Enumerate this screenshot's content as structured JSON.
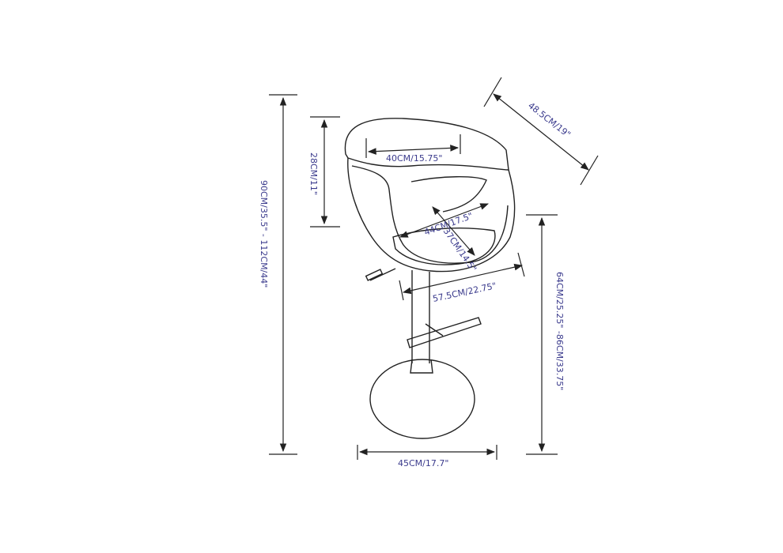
{
  "colors": {
    "label": "#3a3a8c",
    "line": "#222222"
  },
  "dimensions": {
    "total_height": "90CM/35.5\"  -  112CM/44\"",
    "back_height": "28CM/11\"",
    "back_width": "40CM/15.75\"",
    "depth": "48.5CM/19\"",
    "seat_width": "44CM/17.5\"",
    "seat_depth": "37CM/14.5\"",
    "overall_width": "57.5CM/22.75\"",
    "seat_height": "64CM/25.25\" -86CM/33.75\"",
    "base_diameter": "45CM/17.7\""
  }
}
